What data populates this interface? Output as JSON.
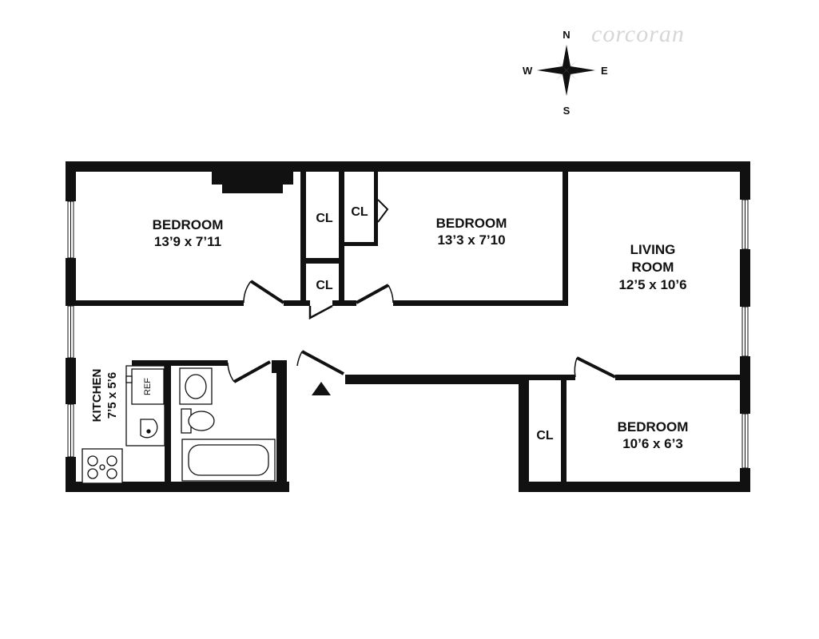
{
  "brand": "corcoran",
  "compass": {
    "n": "N",
    "s": "S",
    "e": "E",
    "w": "W"
  },
  "rooms": {
    "bedroom1": {
      "name": "BEDROOM",
      "dims": "13’9 x 7’11"
    },
    "bedroom2": {
      "name": "BEDROOM",
      "dims": "13’3 x 7’10"
    },
    "living": {
      "name_line1": "LIVING",
      "name_line2": "ROOM",
      "dims": "12’5 x 10’6"
    },
    "bedroom3": {
      "name": "BEDROOM",
      "dims": "10’6 x 6’3"
    },
    "kitchen": {
      "name": "KITCHEN",
      "dims": "7’5 x 5’6"
    }
  },
  "closet_label": "CL",
  "ref_label": "REF"
}
